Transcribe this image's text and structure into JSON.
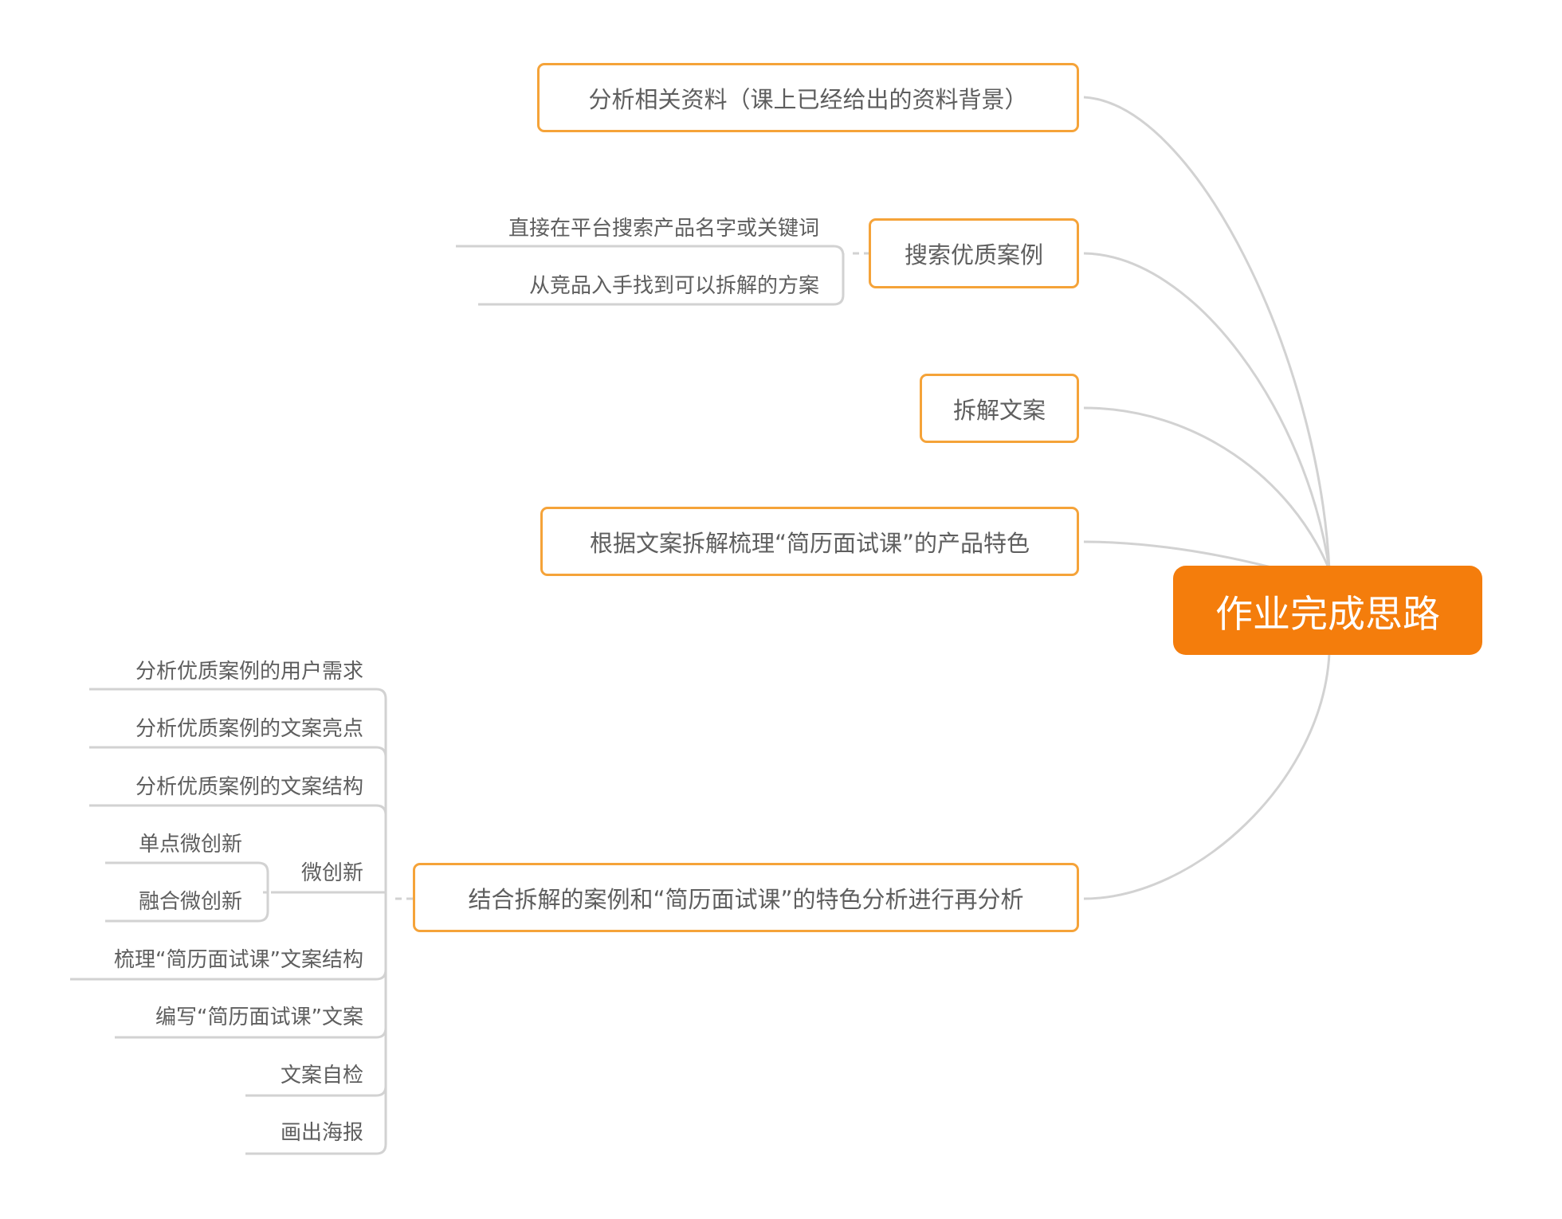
{
  "root": "作业完成思路",
  "branches": [
    {
      "label": "分析相关资料（课上已经给出的资料背景）"
    },
    {
      "label": "搜索优质案例",
      "children": [
        "直接在平台搜索产品名字或关键词",
        "从竞品入手找到可以拆解的方案"
      ]
    },
    {
      "label": "拆解文案"
    },
    {
      "label": "根据文案拆解梳理“简历面试课”的产品特色"
    },
    {
      "label": "结合拆解的案例和“简历面试课”的特色分析进行再分析",
      "children": [
        "分析优质案例的用户需求",
        "分析优质案例的文案亮点",
        "分析优质案例的文案结构",
        {
          "label": "微创新",
          "children": [
            "单点微创新",
            "融合微创新"
          ]
        },
        "梳理“简历面试课”文案结构",
        "编写“简历面试课”文案",
        "文案自检",
        "画出海报"
      ]
    }
  ],
  "colors": {
    "root_fill": "#f47d0c",
    "node_border": "#f5a339",
    "connector": "#d2d2d2",
    "text": "#5e5e5e"
  }
}
